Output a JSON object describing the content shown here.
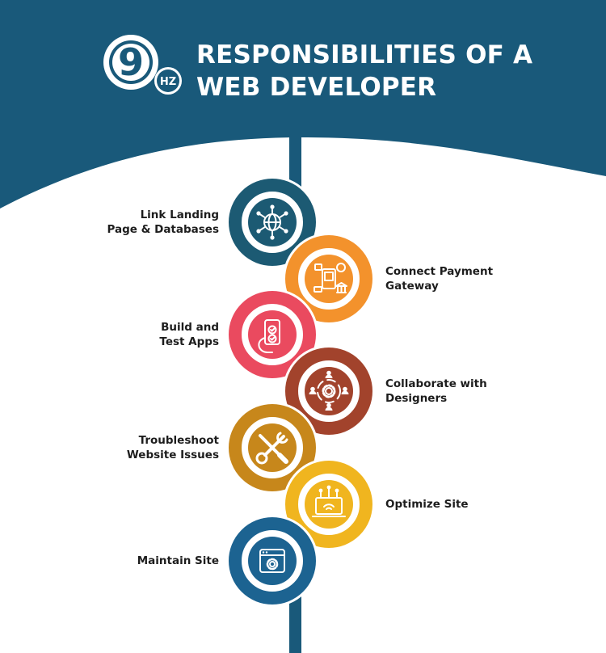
{
  "header": {
    "logo": {
      "digit": "9",
      "suffix": "HZ"
    },
    "title_lines": [
      "RESPONSIBILITIES OF A",
      "WEB DEVELOPER"
    ]
  },
  "steps": [
    {
      "label_lines": [
        "Link Landing",
        "Page & Databases"
      ],
      "side": "left",
      "color": "#1c5a73",
      "icon": "network-globe-icon"
    },
    {
      "label_lines": [
        "Connect Payment",
        "Gateway"
      ],
      "side": "right",
      "color": "#f3922c",
      "icon": "payment-device-icon"
    },
    {
      "label_lines": [
        "Build and",
        "Test Apps"
      ],
      "side": "left",
      "color": "#ea4a5f",
      "icon": "mobile-app-check-icon"
    },
    {
      "label_lines": [
        "Collaborate with",
        "Designers"
      ],
      "side": "right",
      "color": "#a2432c",
      "icon": "team-gear-icon"
    },
    {
      "label_lines": [
        "Troubleshoot",
        "Website Issues"
      ],
      "side": "left",
      "color": "#c7871b",
      "icon": "wrench-screwdriver-icon"
    },
    {
      "label_lines": [
        "Optimize Site"
      ],
      "side": "right",
      "color": "#f0b51f",
      "icon": "laptop-optimize-icon"
    },
    {
      "label_lines": [
        "Maintain Site"
      ],
      "side": "left",
      "color": "#1c6391",
      "icon": "browser-gear-icon"
    }
  ],
  "colors": {
    "header": "#19597a",
    "spine": "#19597a",
    "text": "#1d1d1d"
  }
}
